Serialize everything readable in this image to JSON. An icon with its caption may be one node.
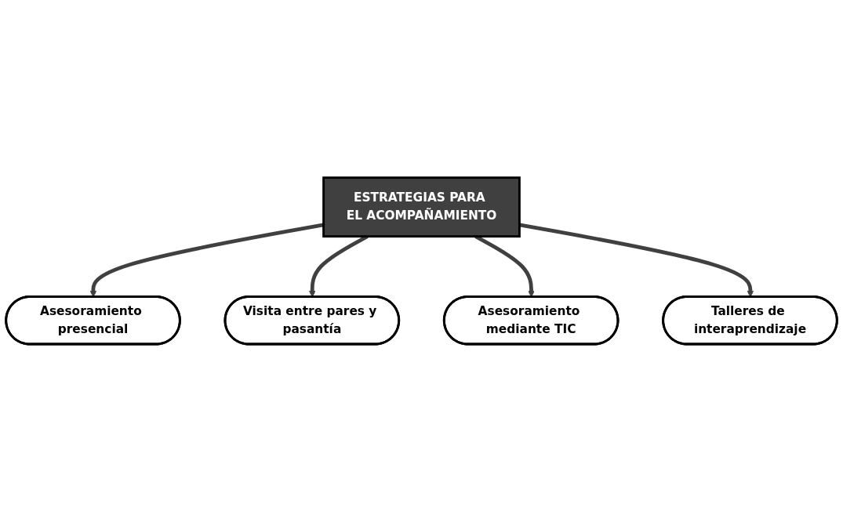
{
  "diagram": {
    "nodes": [
      {
        "text": [
          "Asesoramiento presencial"
        ]
      },
      {
        "text": [
          "Visita entre pares y pasantía"
        ]
      },
      {
        "text": [
          "ESTRATEGIAS PARA EL ACOMPAÑAMIENTO"
        ]
      },
      {
        "text": [
          "Asesoramiento mediante TIC"
        ]
      },
      {
        "text": [
          "Talleres de interaprendizaje"
        ]
      }
    ],
    "edges": [
      {
        "from": 2,
        "to": 0,
        "arrow": "to"
      },
      {
        "from": 2,
        "to": 1,
        "arrow": "to"
      },
      {
        "from": 2,
        "to": 3,
        "arrow": "to"
      },
      {
        "from": 2,
        "to": 4,
        "arrow": "to"
      }
    ]
  }
}
